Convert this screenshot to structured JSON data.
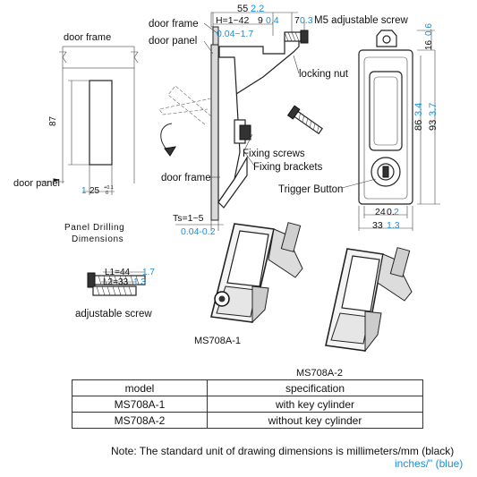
{
  "labels": {
    "door_frame_left": "door frame",
    "door_panel_left": "door panel",
    "door_frame_top": "door frame",
    "door_panel_top": "door panel",
    "m5_screw": "M5 adjustable screw",
    "locking_nut": "locking nut",
    "fixing_screws": "Fixing screws",
    "fixing_brackets": "Fixing brackets",
    "door_frame_mid": "door frame",
    "trigger_button": "Trigger Button",
    "panel_drilling": "Panel Drilling",
    "dimensions": "Dimensions",
    "adjustable_screw": "adjustable screw",
    "model_a": "MS708A-1",
    "model_b": "MS708A-2"
  },
  "dims": {
    "d87": "87",
    "d25": "25",
    "d25_tol": "+0.1",
    "d25_tol2": "0",
    "d1": "1",
    "h_range": "H=1~42",
    "h_inch": "0.04~1.7",
    "d55": "55",
    "d55_inch": "2.2",
    "d9": "9",
    "d9_inch": "0.4",
    "d7": "7",
    "d7_inch": "0.3",
    "d16": "16",
    "d16_inch": "0.6",
    "d86": "86",
    "d86_inch": "3.4",
    "d93": "93",
    "d93_inch": "3.7",
    "d24": "24",
    "d24_inch": "2",
    "d24_inch_prefix": "0.",
    "d33": "33",
    "d33_inch": "1.3",
    "ts": "Ts=1~5",
    "ts_inch": "0.04-0.2",
    "l1": "L1=44",
    "l1_inch": "1.7",
    "l2": "L2=33",
    "l2_inch": "1.3"
  },
  "table": {
    "header": [
      "model",
      "specification"
    ],
    "rows": [
      [
        "MS708A-1",
        "with key cylinder"
      ],
      [
        "MS708A-2",
        "without key cylinder"
      ]
    ]
  },
  "note": {
    "black": "Note: The standard unit of drawing dimensions is millimeters/mm (black)",
    "blue": "inches/\" (blue)"
  },
  "colors": {
    "inch_blue": "#1a8fd6",
    "ink": "#111111"
  }
}
